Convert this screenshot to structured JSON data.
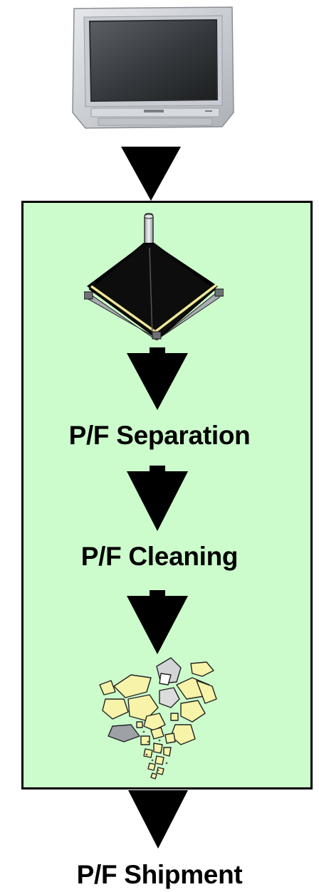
{
  "steps": {
    "separation": "P/F Separation",
    "cleaning": "P/F Cleaning",
    "shipment": "P/F Shipment"
  },
  "colors": {
    "panel_fill": "#ccfbcc",
    "panel_border": "#000000",
    "arrow": "#000000",
    "glass_fill": "#f7f3a8"
  },
  "icons": {
    "source": "television-icon",
    "process": "crt-funnel-icon",
    "output": "glass-cullet-icon"
  }
}
